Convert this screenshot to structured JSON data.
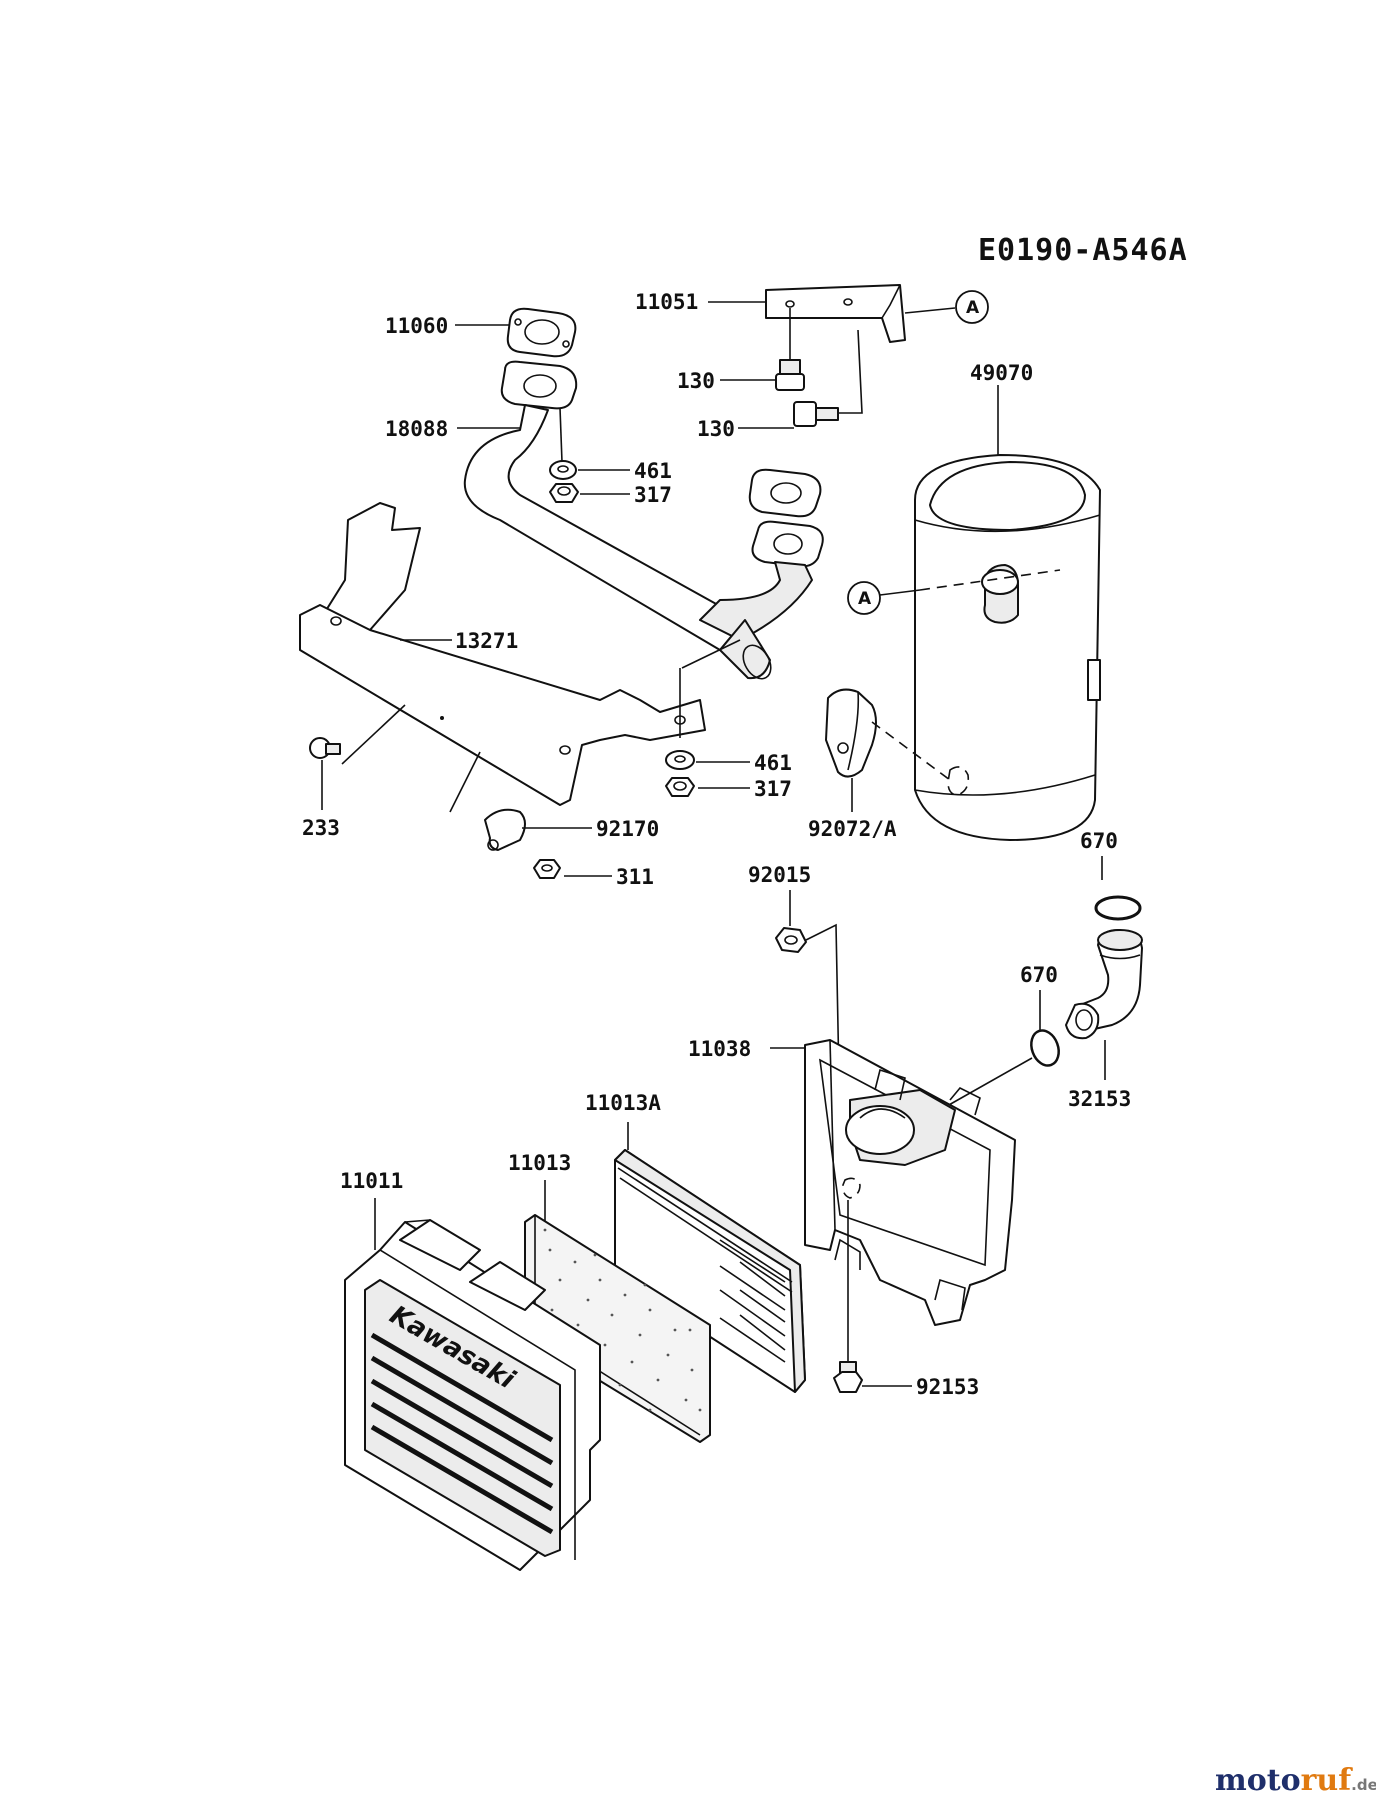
{
  "diagram_code": "E0190-A546A",
  "ref_marker": "A",
  "labels": {
    "p11060": "11060",
    "p11051": "11051",
    "p130a": "130",
    "p130b": "130",
    "p49070": "49070",
    "p18088": "18088",
    "p461a": "461",
    "p317a": "317",
    "p13271": "13271",
    "p461b": "461",
    "p317b": "317",
    "p233": "233",
    "p92170": "92170",
    "p92072": "92072/A",
    "p311": "311",
    "p92015": "92015",
    "p670a": "670",
    "p670b": "670",
    "p11038": "11038",
    "p32153": "32153",
    "p11013A": "11013A",
    "p11013": "11013",
    "p11011": "11011",
    "p92153": "92153"
  },
  "cover_brand": "Kawasaki",
  "watermark": {
    "name": "motoruf",
    "tld": ".de",
    "colors": {
      "moto": "#1f2f6b",
      "ruf": "#e07a10",
      "tld": "#777777"
    }
  }
}
